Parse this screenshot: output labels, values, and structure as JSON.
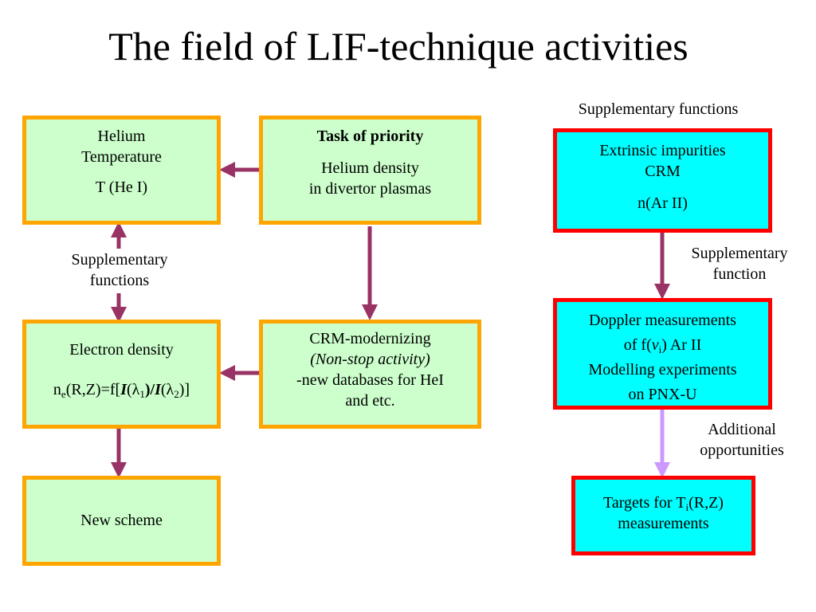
{
  "title": "The field of LIF-technique activities",
  "boxes": {
    "helium_temperature": {
      "line1": "Helium",
      "line2": "Temperature",
      "line3": "T (He I)"
    },
    "task_priority": {
      "heading": "Task of priority",
      "line1": "Helium density",
      "line2": "in divertor plasmas"
    },
    "electron_density": {
      "line1": "Electron density",
      "formula": {
        "n": "n",
        "n_sub": "e",
        "args": "(R,Z)=f[",
        "I1": "I",
        "paren_open": "(",
        "lambda": "λ",
        "sub1": "1",
        "paren_close_slash": ")/",
        "I2": "I",
        "sub2": "2",
        "close": ")]"
      }
    },
    "crm_modernizing": {
      "line1": "CRM-modernizing",
      "line2": "(Non-stop activity)",
      "line3": "-new databases for HeI",
      "line4": "and etc."
    },
    "new_scheme": {
      "line1": "New scheme"
    },
    "extrinsic_impurities": {
      "line1": "Extrinsic impurities",
      "line2": "CRM",
      "line3": "n(Ar II)"
    },
    "doppler": {
      "line1": "Doppler measurements",
      "line2_pre": "of f(",
      "v": "v",
      "v_sub": "i",
      "line2_post": ") Ar II",
      "line3": "Modelling experiments",
      "line4": "on PNX-U"
    },
    "targets": {
      "pre": "Targets for T",
      "sub": "i",
      "post": "(R,Z)",
      "line2": "measurements"
    }
  },
  "labels": {
    "supplementary_functions_left": {
      "line1": "Supplementary",
      "line2": "functions"
    },
    "supplementary_functions_top": "Supplementary functions",
    "supplementary_function_right": {
      "line1": "Supplementary",
      "line2": "function"
    },
    "additional_opportunities": {
      "line1": "Additional",
      "line2": "opportunities"
    }
  },
  "colors": {
    "green_box_fill": "#ccffcc",
    "green_box_border": "#ffa500",
    "cyan_box_fill": "#00ffff",
    "cyan_box_border": "#ff0000",
    "arrow_dark": "#993366",
    "arrow_light": "#cc99ff"
  }
}
